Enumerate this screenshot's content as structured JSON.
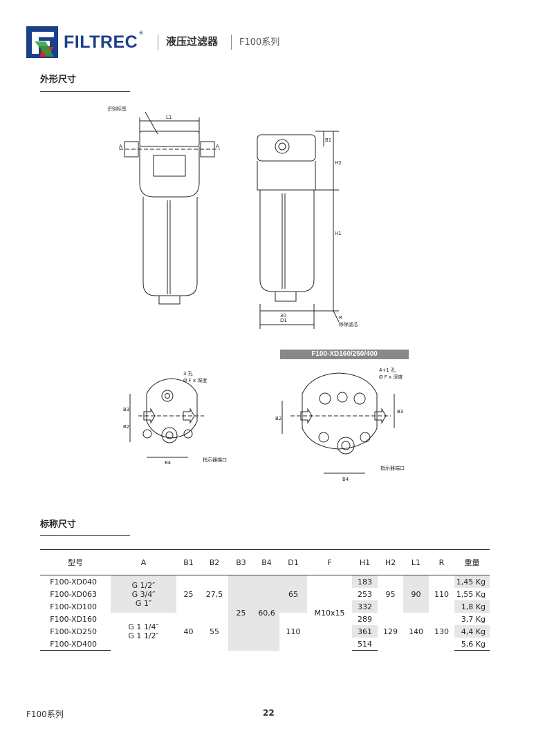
{
  "header": {
    "brand": "FILTREC",
    "reg": "®",
    "title": "液压过滤器",
    "series": "F100系列"
  },
  "sections": {
    "outline": "外形尺寸",
    "nominal": "标称尺寸"
  },
  "drawing": {
    "id_label": "识别标签",
    "dim_L1": "L1",
    "dim_A": "A",
    "dim_B1": "B1",
    "dim_H2": "H2",
    "dim_H1": "H1",
    "dim_D1": "D1",
    "dim_30": "30",
    "dim_R": "R",
    "remove_filter": "移除滤芯",
    "model_label": "F100-XD160/250/400",
    "holes_3": "3 孔",
    "holes_4": "4+1 孔",
    "thread_depth": "Ø F x 深度",
    "indicator_port": "指示器端口",
    "dim_B2": "B2",
    "dim_B3": "B3",
    "dim_B4": "B4"
  },
  "table": {
    "headers": [
      "型号",
      "A",
      "B1",
      "B2",
      "B3",
      "B4",
      "D1",
      "F",
      "H1",
      "H2",
      "L1",
      "R",
      "重量"
    ],
    "models": [
      "F100-XD040",
      "F100-XD063",
      "F100-XD100",
      "F100-XD160",
      "F100-XD250",
      "F100-XD400"
    ],
    "a_group1": [
      "G 1/2″",
      "G 3/4″",
      "G 1″"
    ],
    "a_group2": [
      "G 1 1/4″",
      "G 1 1/2″"
    ],
    "b1": [
      "25",
      "40"
    ],
    "b2": [
      "27,5",
      "55"
    ],
    "b3": "25",
    "b4": "60,6",
    "d1": [
      "65",
      "110"
    ],
    "f": "M10x15",
    "h1": [
      "183",
      "253",
      "332",
      "289",
      "361",
      "514"
    ],
    "h2": [
      "95",
      "129"
    ],
    "l1": [
      "90",
      "140"
    ],
    "r": [
      "110",
      "130"
    ],
    "weight": [
      "1,45 Kg",
      "1,55 Kg",
      "1,8 Kg",
      "3,7 Kg",
      "4,4 Kg",
      "5,6 Kg"
    ]
  },
  "footer": {
    "series": "F100系列",
    "page": "22"
  }
}
